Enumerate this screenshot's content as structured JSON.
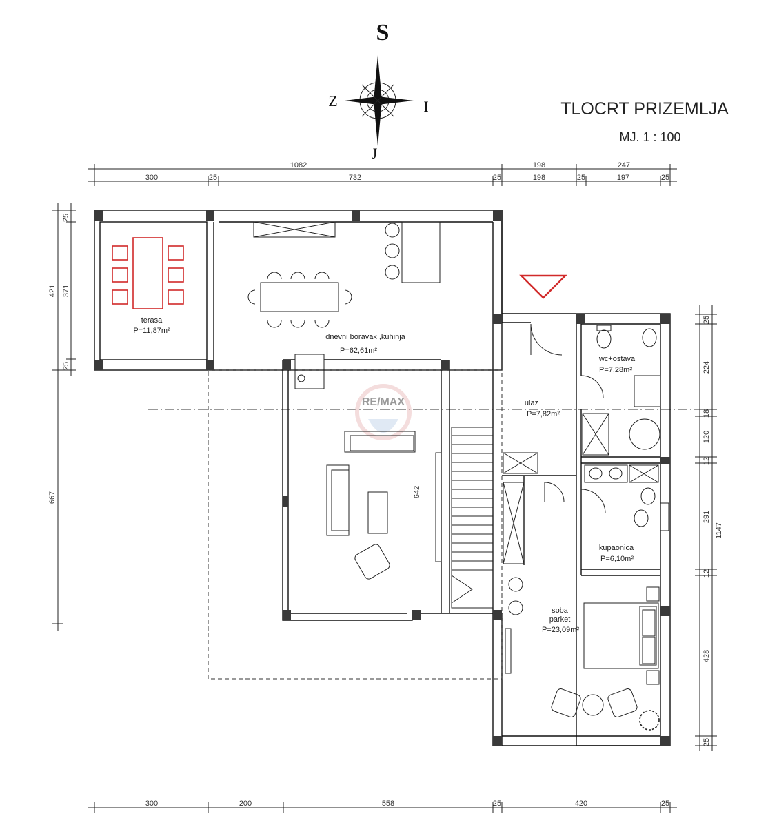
{
  "compass": {
    "north": "S",
    "south": "J",
    "west": "Z",
    "east": "I"
  },
  "title": {
    "main": "TLOCRT PRIZEMLJA",
    "scale": "MJ. 1 : 100"
  },
  "watermark": "RE/MAX",
  "dimensions": {
    "top_outer": [
      "1082",
      "198",
      "247"
    ],
    "top_inner": [
      "300",
      "25",
      "732",
      "25",
      "198",
      "25",
      "197",
      "25"
    ],
    "bottom": [
      "300",
      "200",
      "558",
      "25",
      "420",
      "25"
    ],
    "left": [
      "25",
      "421",
      "371",
      "25",
      "667"
    ],
    "right": [
      "25",
      "224",
      "18",
      "120",
      "12",
      "291",
      "1147",
      "12",
      "428",
      "25"
    ],
    "stair": "642"
  },
  "rooms": {
    "terasa": {
      "name": "terasa",
      "area": "P=11,87m²"
    },
    "dnevni": {
      "name": "dnevni boravak ,kuhinja",
      "area": "P=62,61m²"
    },
    "wc": {
      "name": "wc+ostava",
      "area": "P=7,28m²"
    },
    "ulaz": {
      "name": "ulaz",
      "area": "P=7,82m²"
    },
    "kupaonica": {
      "name": "kupaonica",
      "area": "P=6,10m²"
    },
    "soba": {
      "name": "soba",
      "name2": "parket",
      "area": "P=23,09m²"
    }
  },
  "colors": {
    "lines": "#111111",
    "furniture_accent": "#d12a2a",
    "watermark": "#e8b4b4"
  }
}
